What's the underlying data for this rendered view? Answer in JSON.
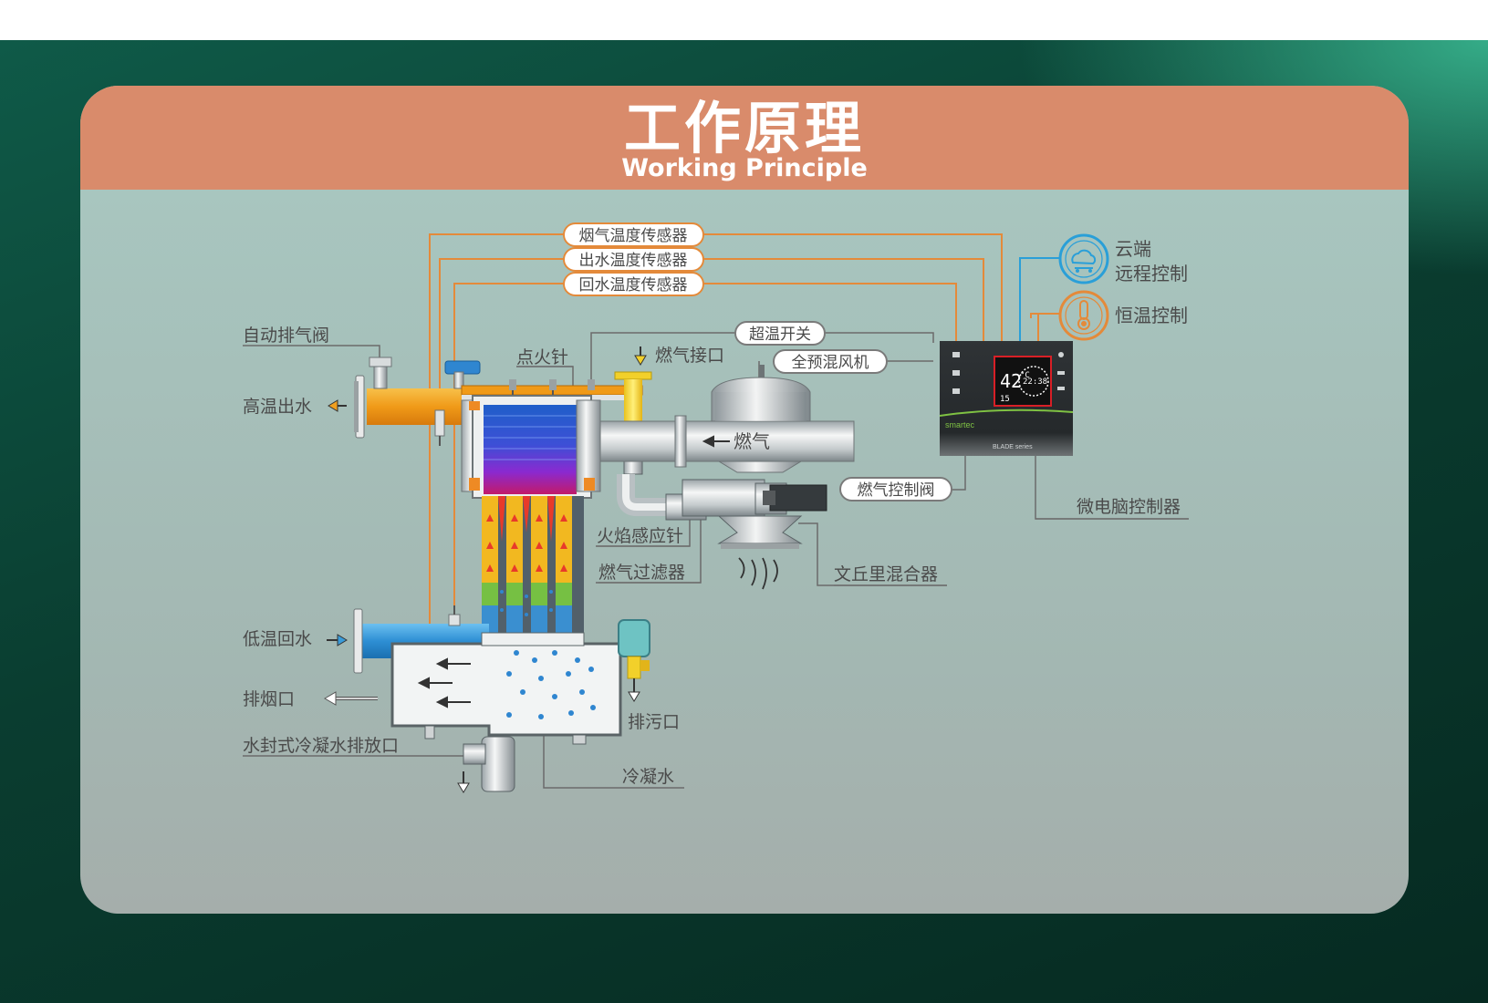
{
  "header": {
    "title_cn": "工作原理",
    "title_en": "Working Principle"
  },
  "sensors": {
    "flue_temp": "烟气温度传感器",
    "outlet_temp": "出水温度传感器",
    "return_temp": "回水温度传感器",
    "over_temp_switch": "超温开关",
    "premix_fan": "全预混风机",
    "gas_valve": "燃气控制阀"
  },
  "features": {
    "cloud_line1": "云端",
    "cloud_line2": "远程控制",
    "constant_temp": "恒温控制"
  },
  "labels": {
    "auto_vent": "自动排气阀",
    "hot_out": "高温出水",
    "ignition": "点火针",
    "gas_inlet": "燃气接口",
    "gas": "燃气",
    "flame_sensor": "火焰感应针",
    "gas_filter": "燃气过滤器",
    "venturi": "文丘里混合器",
    "controller": "微电脑控制器",
    "cold_return": "低温回水",
    "flue_outlet": "排烟口",
    "condensate_drain": "水封式冷凝水排放口",
    "sewage": "排污口",
    "condensate": "冷凝水"
  },
  "controller": {
    "temp": "42",
    "unit": "°C",
    "time": "22:38",
    "sub_value": "15",
    "brand": "smartec",
    "model": "BLADE series"
  },
  "colors": {
    "orange_line": "#e48a3a",
    "blue_line": "#2a9fd8",
    "hot_pipe": "#f0a020",
    "cold_pipe": "#3a9bd8",
    "gas_pipe": "#f2d02a",
    "banner": "#d98b6b"
  },
  "icons": [
    "cloud-remote-icon",
    "thermometer-icon"
  ]
}
